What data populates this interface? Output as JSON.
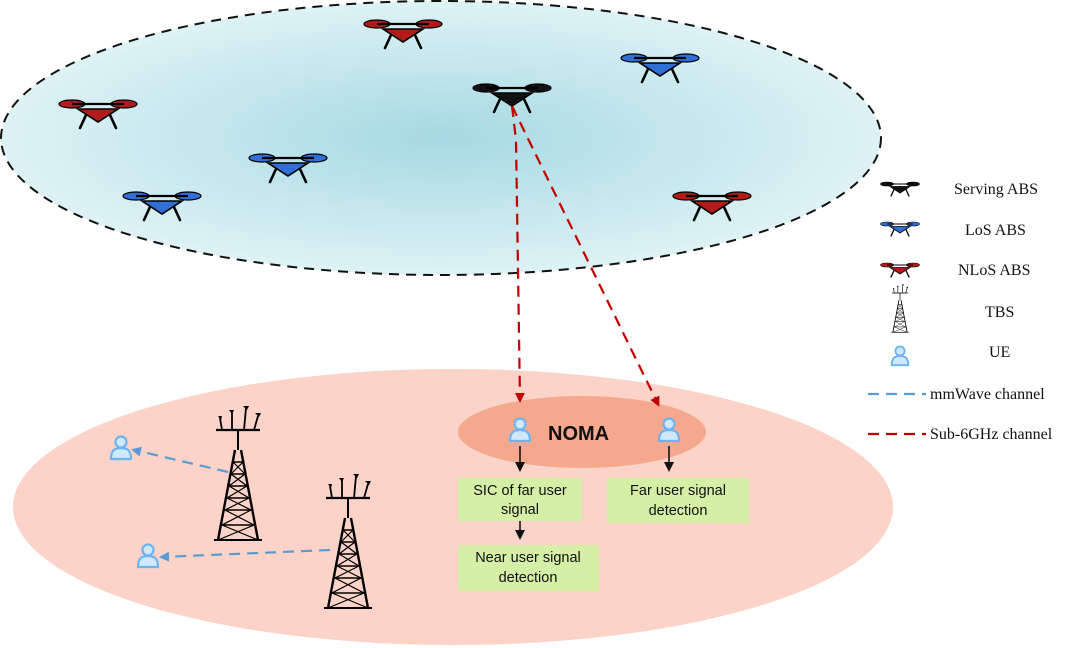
{
  "noma": {
    "label": "NOMA"
  },
  "processing": {
    "sic_line1": "SIC of far user",
    "sic_line2": "signal",
    "near_line1": "Near user signal",
    "near_line2": "detection",
    "far_line1": "Far user signal",
    "far_line2": "detection"
  },
  "legend": {
    "serving_abs": "Serving ABS",
    "los_abs": "LoS ABS",
    "nlos_abs": "NLoS ABS",
    "tbs": "TBS",
    "ue": "UE",
    "mmwave_channel": "mmWave channel",
    "sub6_channel": "Sub-6GHz channel"
  },
  "colors": {
    "serving_abs": "#111111",
    "los_abs": "#2f6fd6",
    "nlos_abs": "#b31b1b",
    "ue": "#6cb4f0",
    "mmwave": "#5b9bd5",
    "sub6": "#c00000",
    "box_fill": "#d5f0a6",
    "noma_fill": "#f4a98e",
    "ground_fill": "#fbd3c9",
    "sky_fill": "#b8e3ea"
  }
}
